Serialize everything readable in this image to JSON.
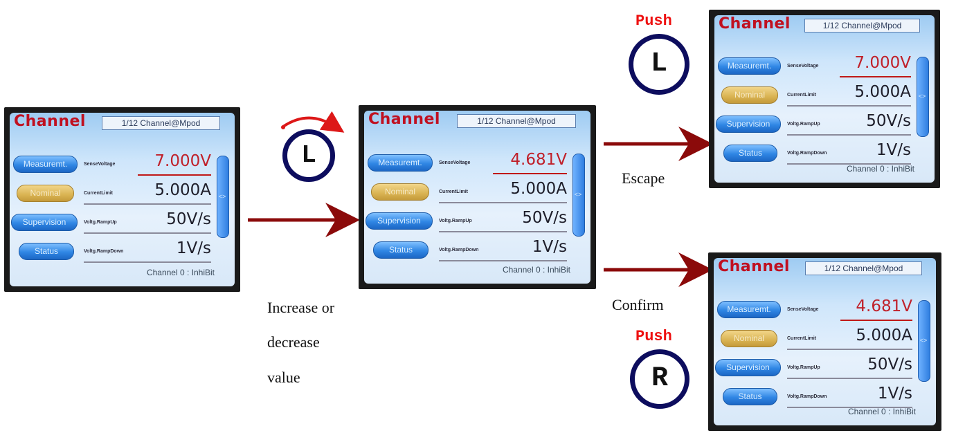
{
  "screens": {
    "start": {
      "title": "Channel",
      "channel": "1/12 Channel@Mpod",
      "sense_label": "SenseVoltage",
      "sense_value": "7.000V",
      "current_label": "CurrentLimit",
      "current_value": "5.000A",
      "rampup_label": "Voltg.RampUp",
      "rampup_value": "50V/s",
      "rampdown_label": "Voltg.RampDown",
      "rampdown_value": "1V/s",
      "btn_measure": "Measuremt.",
      "btn_nominal": "Nominal",
      "btn_supervision": "Supervision",
      "btn_status": "Status",
      "footer": "Channel 0 : InhiBit"
    },
    "edit": {
      "title": "Channel",
      "channel": "1/12 Channel@Mpod",
      "sense_label": "SenseVoltage",
      "sense_value": "4.681V",
      "current_label": "CurrentLimit",
      "current_value": "5.000A",
      "rampup_label": "Voltg.RampUp",
      "rampup_value": "50V/s",
      "rampdown_label": "Voltg.RampDown",
      "rampdown_value": "1V/s",
      "btn_measure": "Measuremt.",
      "btn_nominal": "Nominal",
      "btn_supervision": "Supervision",
      "btn_status": "Status",
      "footer": "Channel 0 : InhiBit"
    },
    "escape": {
      "title": "Channel",
      "channel": "1/12 Channel@Mpod",
      "sense_label": "SenseVoltage",
      "sense_value": "7.000V",
      "current_label": "CurrentLimit",
      "current_value": "5.000A",
      "rampup_label": "Voltg.RampUp",
      "rampup_value": "50V/s",
      "rampdown_label": "Voltg.RampDown",
      "rampdown_value": "1V/s",
      "btn_measure": "Measuremt.",
      "btn_nominal": "Nominal",
      "btn_supervision": "Supervision",
      "btn_status": "Status",
      "footer": "Channel 0 : InhiBit"
    },
    "confirm": {
      "title": "Channel",
      "channel": "1/12 Channel@Mpod",
      "sense_label": "SenseVoltage",
      "sense_value": "4.681V",
      "current_label": "CurrentLimit",
      "current_value": "5.000A",
      "rampup_label": "Voltg.RampUp",
      "rampup_value": "50V/s",
      "rampdown_label": "Voltg.RampDown",
      "rampdown_value": "1V/s",
      "btn_measure": "Measuremt.",
      "btn_nominal": "Nominal",
      "btn_supervision": "Supervision",
      "btn_status": "Status",
      "footer": "Channel 0 : InhiBit"
    }
  },
  "labels": {
    "increase": "Increase or",
    "decrease": "decrease",
    "value": "value",
    "escape": "Escape",
    "confirm": "Confirm",
    "push_top": "Push",
    "push_bottom": "Push"
  },
  "knobs": {
    "rotate": "L",
    "escape": "L",
    "confirm": "R"
  },
  "colors": {
    "arrow": "#8b0a0a",
    "knob_ring": "#0d0d5e",
    "push_text": "#ee1111",
    "value_red": "#c0202a"
  }
}
